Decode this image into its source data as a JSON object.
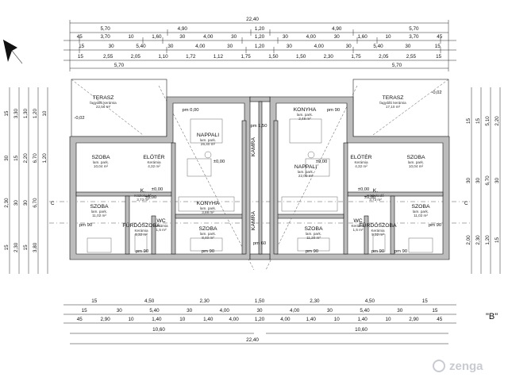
{
  "overall": {
    "top_width": "22,40",
    "bottom_width": "22,40",
    "bottom_inner": "10,60",
    "bottom_inner_2": "10,60",
    "row2_total": "5,70",
    "row2_total_b": "5,70"
  },
  "top_rows": [
    [
      "5,70",
      "4,90",
      "1,20",
      "4,90",
      "5,70"
    ],
    [
      "45",
      "3,70",
      "10",
      "1,60",
      "30",
      "4,00",
      "30",
      "1,20",
      "30",
      "4,00",
      "30",
      "1,60",
      "10",
      "3,70",
      "45"
    ],
    [
      "15",
      "30",
      "5,40",
      "30",
      "4,00",
      "30",
      "1,20",
      "30",
      "4,00",
      "30",
      "5,40",
      "30",
      "15"
    ],
    [
      "15",
      "2,55",
      "2,05",
      "1,10",
      "1,72",
      "1,12",
      "1,75",
      "1,50",
      "1,50",
      "2,30",
      "1,75",
      "2,05",
      "2,55",
      "15"
    ]
  ],
  "bottom_rows": [
    [
      "15",
      "4,50",
      "2,30",
      "1,50",
      "2,30",
      "4,50",
      "15"
    ],
    [
      "15",
      "30",
      "5,40",
      "30",
      "4,00",
      "30",
      "4,00",
      "30",
      "5,40",
      "30",
      "15"
    ],
    [
      "45",
      "2,90",
      "10",
      "1,40",
      "10",
      "1,40",
      "4,00",
      "1,20",
      "4,00",
      "1,40",
      "10",
      "1,40",
      "10",
      "2,90",
      "45"
    ]
  ],
  "left_dims": [
    "15",
    "30",
    "2,30",
    "15",
    "3,30",
    "15",
    "30",
    "2,30",
    "1,30",
    "2,20",
    "30",
    "15",
    "1,20",
    "6,70",
    "6,70",
    "3,80",
    "10",
    "1,20"
  ],
  "right_dims": [
    "15",
    "30",
    "2,00",
    "15",
    "30",
    "2,30",
    "5,10",
    "6,70",
    "1,20",
    "2,20",
    "30",
    "15"
  ],
  "rooms": [
    {
      "name": "TERASZ",
      "sub1": "fagyálló kerámia",
      "sub2": "22,56 m²"
    },
    {
      "name": "TERASZ",
      "sub1": "fagyálló kerámia",
      "sub2": "17,10 m²"
    },
    {
      "name": "NAPPALI",
      "sub1": "lam. park.",
      "sub2": "26,40 m²"
    },
    {
      "name": "KONYHA",
      "sub1": "lam. park.",
      "sub2": "2,48 m²"
    },
    {
      "name": "NAPPALI",
      "sub1": "lam. park.",
      "sub2": "22,00 m²"
    },
    {
      "name": "KONYHA",
      "sub1": "lam. park.",
      "sub2": "3,88 m²"
    },
    {
      "name": "SZOBA",
      "sub1": "lam. park.",
      "sub2": "10,04 m²"
    },
    {
      "name": "SZOBA",
      "sub1": "lam. park.",
      "sub2": "10,04 m²"
    },
    {
      "name": "ELŐTÉR",
      "sub1": "Kerámia",
      "sub2": "4,32 m²"
    },
    {
      "name": "ELŐTÉR",
      "sub1": "Kerámia",
      "sub2": "4,32 m²"
    },
    {
      "name": "SZOBA",
      "sub1": "lam. park.",
      "sub2": "11,02 m²"
    },
    {
      "name": "SZOBA",
      "sub1": "lam. park.",
      "sub2": "11,02 m²"
    },
    {
      "name": "SZOBA",
      "sub1": "lam. park.",
      "sub2": "8,40 m²"
    },
    {
      "name": "SZOBA",
      "sub1": "lam. park.",
      "sub2": "11,20 m²"
    },
    {
      "name": "FÜRDŐSZOBA",
      "sub1": "Kerámia",
      "sub2": "5,32 m²"
    },
    {
      "name": "FÜRDŐSZOBA",
      "sub1": "Kerámia",
      "sub2": "5,32 m²"
    },
    {
      "name": "WC",
      "sub1": "Kerámia",
      "sub2": "1,5 m²"
    },
    {
      "name": "WC",
      "sub1": "Kerámia",
      "sub2": "1,5 m²"
    },
    {
      "name": "K.",
      "sub1": "Közlekedő",
      "sub2": "3,73 m²"
    },
    {
      "name": "K.",
      "sub1": "Közlekedő",
      "sub2": "3,73 m²"
    },
    {
      "name": "KAMRA",
      "sub1": "",
      "sub2": ""
    },
    {
      "name": "KAMRA",
      "sub1": "",
      "sub2": ""
    }
  ],
  "levels": [
    "±0,00",
    "±0,00",
    "±0,00",
    "±0,00",
    "±0,00",
    "±0,00",
    "-0,02",
    "-0,02"
  ],
  "pm_labels": [
    "pm 0,00",
    "pm 90",
    "pm 1,50",
    "pm 90",
    "pm 90",
    "pm 90",
    "pm 90",
    "pm 90",
    "pm 90",
    "pm 60",
    "pm 90"
  ],
  "misc": {
    "section_mark": "C",
    "section_mark_2": "C",
    "building_mark": "\"B\"",
    "watermark": "zenga"
  }
}
